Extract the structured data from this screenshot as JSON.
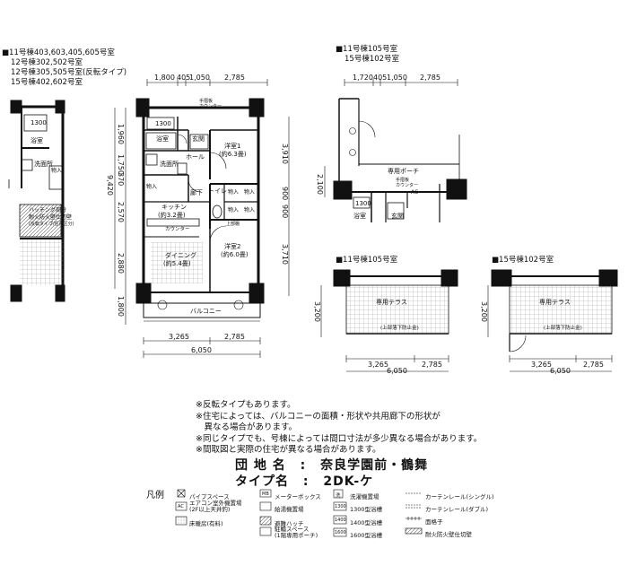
{
  "header_left": {
    "line1": "■11号棟403,603,405,605号室",
    "line2": "12号棟302,502号室",
    "line3": "12号棟305,505号室(反転タイプ)",
    "line4": "15号棟402,602号室"
  },
  "header_right": {
    "line1": "■11号棟105号室",
    "line2": "15号棟102号室"
  },
  "terrace_headers": {
    "left": "■11号棟105号室",
    "right": "■15号棟102号室"
  },
  "main_plan": {
    "top_dims": [
      "1,800",
      "405",
      "1,050",
      "2,785"
    ],
    "left_dims": [
      "9,420",
      "1,960",
      "1,750",
      "2,570",
      "2,880",
      "1,800"
    ],
    "left_dim_370": "370",
    "right_dims": [
      "3,910",
      "900",
      "900",
      "3,710"
    ],
    "bottom_dims": [
      "3,265",
      "2,785"
    ],
    "total_width": "6,050",
    "rooms": {
      "bath": "浴室",
      "unit_bath": "1300",
      "washroom": "洗面所",
      "entrance": "玄関",
      "hall": "ホール",
      "western1": "洋室1",
      "western1_size": "(約6.3畳)",
      "western2": "洋室2",
      "western2_size": "(約6.0畳)",
      "kitchen": "キッチン",
      "kitchen_size": "(約3.2畳)",
      "dining": "ダイニング",
      "dining_size": "(約5.4畳)",
      "corridor": "廊下",
      "toilet": "トイレ",
      "storage": "物入",
      "counter": "カウンター",
      "balcony": "バルコニー",
      "meter_counter": "手摺板\nカウンター",
      "wall_storage": "上部棚"
    }
  },
  "left_partial": {
    "unit_bath": "1300",
    "bath": "浴室",
    "washroom": "洗面所",
    "storage": "物入",
    "hatch_note1": "ハッチング部分",
    "hatch_note2": "耐火防火壁仕切壁",
    "hatch_note3": "(反転タイプ/住戸区分)"
  },
  "upper_right_plan": {
    "top_dims": [
      "1,720",
      "405",
      "1,050",
      "2,785"
    ],
    "left_dim": "2,100",
    "porch": "専用ポーチ",
    "meter_counter": "手摺板\nカウンター",
    "unit_bath": "1300",
    "bath": "浴室",
    "entrance": "玄関",
    "ac": "AC"
  },
  "terrace_plans": {
    "terrace_label": "専用テラス",
    "upper_limit_note": "(上部落下防止金)",
    "height_dim": "3,200",
    "dims": [
      "3,265",
      "2,785"
    ],
    "total_width": "6,050"
  },
  "notes": [
    "※反転タイプもあります。",
    "※住宅によっては、バルコニーの面積・形状や共用廊下の形状が",
    "　異なる場合があります。",
    "※同じタイプでも、号棟によっては間口寸法が多少異なる場合があります。",
    "※間取図と実際の住宅が異なる場合があります。"
  ],
  "title": {
    "complex_label": "団 地 名",
    "complex_sep": ":",
    "complex_value": "奈良学園前・鶴舞",
    "type_label": "タイプ名",
    "type_sep": ":",
    "type_value": "2DK-ケ"
  },
  "legend": {
    "heading": "凡例",
    "items": [
      {
        "symbol": "PS",
        "label": "パイプスペース"
      },
      {
        "symbol": "MB",
        "label": "メーターボックス"
      },
      {
        "symbol": "洗",
        "label": "洗濯機置場"
      },
      {
        "symbol": "line-single",
        "label": "カーテンレール(シングル)"
      },
      {
        "symbol": "AC",
        "label": "エアコン室外機置場\n(2F以上天井釣)"
      },
      {
        "symbol": "給湯",
        "label": "給湯機置場"
      },
      {
        "symbol": "1300",
        "label": "1300型浴槽"
      },
      {
        "symbol": "line-double",
        "label": "カーテンレール(ダブル)"
      },
      {
        "symbol": "floor",
        "label": "床暖房(有料)"
      },
      {
        "symbol": "hatch",
        "label": "避難ハッチ"
      },
      {
        "symbol": "1400",
        "label": "1400型浴槽"
      },
      {
        "symbol": "lattice",
        "label": "面格子"
      },
      {
        "symbol": "bike",
        "label": "駐輪スペース\n(1階専用ポーチ)"
      },
      {
        "symbol": "1600",
        "label": "1600型浴槽"
      },
      {
        "symbol": "fire",
        "label": "耐火防火壁仕切壁"
      }
    ]
  }
}
